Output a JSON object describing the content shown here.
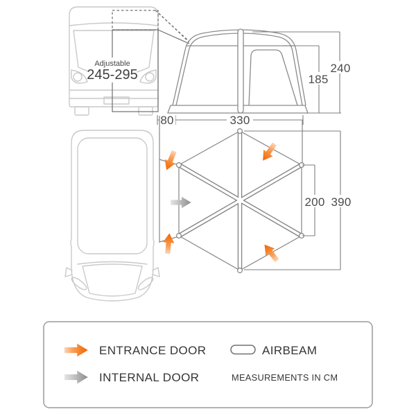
{
  "front_view": {
    "adjustable_label": "Adjustable",
    "adjustable_range": "245-295",
    "gap_dim": "80",
    "width_dim": "330",
    "door_height_dim": "185",
    "peak_height_dim": "240"
  },
  "floor_plan": {
    "inner_width_dim": "200",
    "depth_dim": "390"
  },
  "legend": {
    "entrance_door_label": "ENTRANCE DOOR",
    "internal_door_label": "INTERNAL DOOR",
    "airbeam_label": "AIRBEAM",
    "measurements_note": "MEASUREMENTS IN CM"
  },
  "colors": {
    "entrance_orange": "#f2720f",
    "internal_gray": "#8f8f8f",
    "diagram_line": "#848484",
    "vehicle_line": "#c9c9c9",
    "text": "#3f3f3f"
  }
}
